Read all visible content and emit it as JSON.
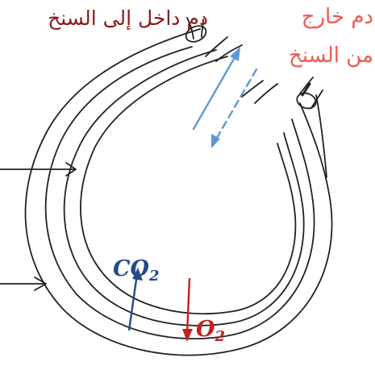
{
  "labels": {
    "blood_in": "دم داخل إلى السنخ",
    "blood_out_line1": "دم خارج",
    "blood_out_line2": "من السنخ"
  },
  "gases": {
    "co2": {
      "main": "CO",
      "sub": "2"
    },
    "o2": {
      "main": "O",
      "sub": "2"
    }
  },
  "colors": {
    "blood_label": "#8b1a1a",
    "blood_out_label": "#f05a50",
    "co2": "#244a8a",
    "o2": "#c81e1e",
    "airway_arrows": "#5a9ad8",
    "sketch": "#222222"
  }
}
